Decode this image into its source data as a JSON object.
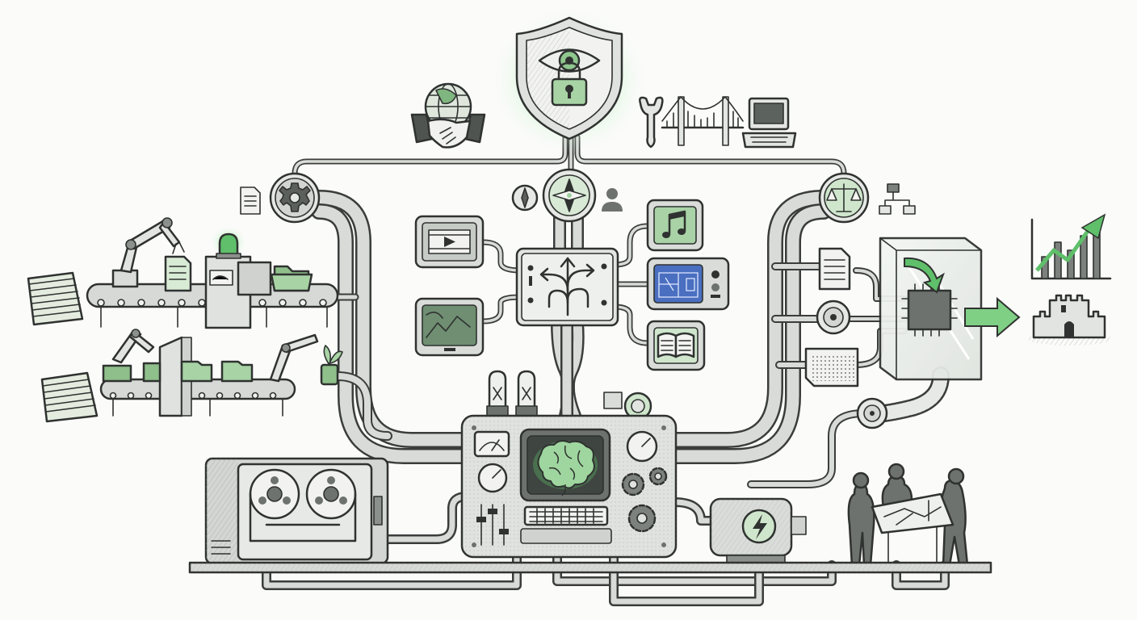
{
  "scene": {
    "palette": {
      "ink": "#2f3230",
      "metal": "#e3e5e2",
      "accent_green": "#5fbf6a",
      "glow_green": "#b9efb9",
      "screen_blue": "#4a6fc0",
      "background": "#fbfbfa"
    },
    "components": {
      "shield": "shield-eye-lock-icon",
      "brain_machine": "brain-computer-machine",
      "router": "arrow-router-box",
      "monitors": [
        "video-play-icon",
        "line-chart-icon",
        "music-note-icon",
        "blueprint-screen-icon",
        "open-book-icon"
      ],
      "top_left": [
        "globe-icon",
        "handshake-icon"
      ],
      "top_right": [
        "wrench-icon",
        "bridge-icon",
        "retro-computer-icon"
      ],
      "valves": [
        "gear-icon",
        "compass-icon",
        "scales-icon"
      ],
      "left_side": [
        "paper-stack-icon",
        "robot-arm-icon",
        "conveyor-belt-icon",
        "folder-icon",
        "green-beacon-icon"
      ],
      "right_side": [
        "document-icon",
        "disc-icon",
        "punch-card-icon",
        "glass-cube-chip-icon",
        "green-arrow-icon",
        "castle-icon",
        "growth-chart-icon",
        "flowchart-icon"
      ],
      "bottom": [
        "tape-reel-machine",
        "electric-motor-icon",
        "team-at-drafting-table-icon"
      ]
    }
  }
}
